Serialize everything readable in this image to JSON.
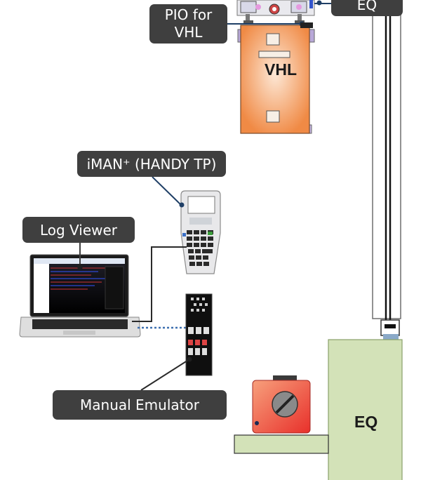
{
  "labels": {
    "eq_top": "EQ",
    "pio": "PIO for\nVHL",
    "vhl": "VHL",
    "iman": "iMAN⁺ (HANDY TP)",
    "log_viewer": "Log Viewer",
    "manual_emulator": "Manual Emulator",
    "eq_bottom": "EQ"
  },
  "colors": {
    "callout_bg": "#3f3f3f",
    "vhl_body": "#f4a46a",
    "eq_body": "#d3e2b8",
    "emulator_red": "#e8413c",
    "link_line": "#1f3f66"
  }
}
